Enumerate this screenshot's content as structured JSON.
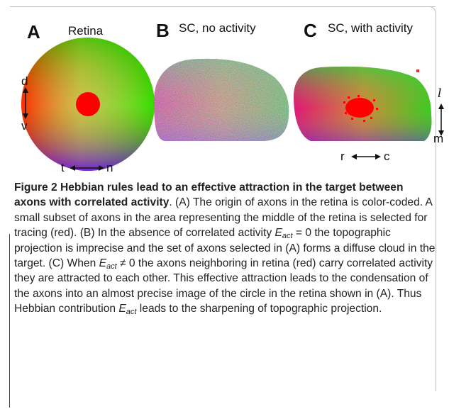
{
  "panels": [
    {
      "letter": "A",
      "title": "Retina"
    },
    {
      "letter": "B",
      "title": "SC, no activity"
    },
    {
      "letter": "C",
      "title": "SC, with activity"
    }
  ],
  "axes": {
    "retina_vertical": {
      "top": "d",
      "bottom": "v"
    },
    "retina_horizontal": {
      "left": "t",
      "right": "n"
    },
    "sc_vertical": {
      "top": "l",
      "bottom": "m"
    },
    "sc_horizontal": {
      "left": "r",
      "right": "c"
    }
  },
  "caption": {
    "bold_lead": "Figure 2 Hebbian rules lead to an effective attraction in the target between axons with correlated activity",
    "after_bold": ". (A) The origin of axons in the retina is color-coded. A small subset of axons in the area representing the middle of the retina is selected for tracing (red). (B) In the absence of correlated activity ",
    "e_sym": "E",
    "e_sub": "act",
    "eq_zero": " = 0 the topographic projection is imprecise and the set of axons selected in (A) forms a diffuse cloud in the target. (C) When ",
    "neq_zero": " ≠ 0 the axons neighboring in retina (red) carry correlated activity they are attracted to each other. This effective attraction leads to the condensation of the axons into an almost precise image of the circle in the retina shown in (A). Thus Hebbian contribution ",
    "tail": " leads to the sharpening of topographic projection."
  },
  "colors": {
    "highlight_red": "#ff0000",
    "frame_gray": "#bdbdbd"
  }
}
